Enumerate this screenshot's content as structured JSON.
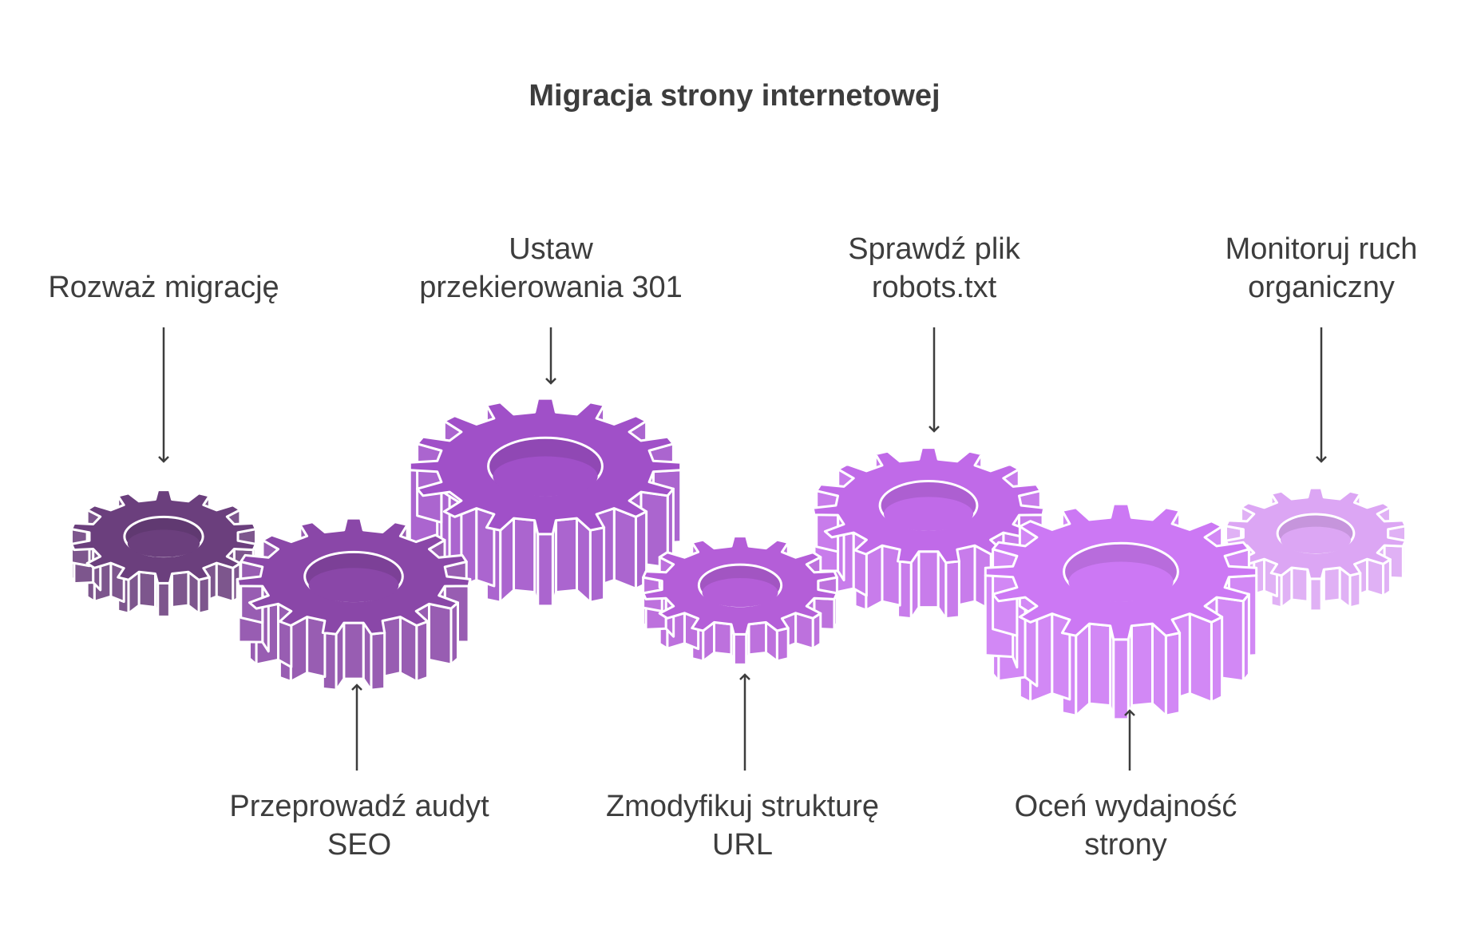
{
  "title": "Migracja strony internetowej",
  "colors": {
    "text": "#3d3d3d",
    "gear_1": "#6b3f7d",
    "gear_2": "#8a47a8",
    "gear_3": "#a050c8",
    "gear_4": "#b45ed8",
    "gear_5": "#c06ae8",
    "gear_6": "#cc78f4",
    "gear_7": "#dca6f4"
  },
  "steps": [
    {
      "label": "Rozważ migrację",
      "position": "top"
    },
    {
      "label": "Przeprowadź audyt\nSEO",
      "position": "bottom"
    },
    {
      "label": "Ustaw\nprzekierowania 301",
      "position": "top"
    },
    {
      "label": "Zmodyfikuj strukturę\nURL",
      "position": "bottom"
    },
    {
      "label": "Sprawdź plik\nrobots.txt",
      "position": "top"
    },
    {
      "label": "Oceń wydajność\nstrony",
      "position": "bottom"
    },
    {
      "label": "Monitoruj ruch\norganiczny",
      "position": "top"
    }
  ]
}
